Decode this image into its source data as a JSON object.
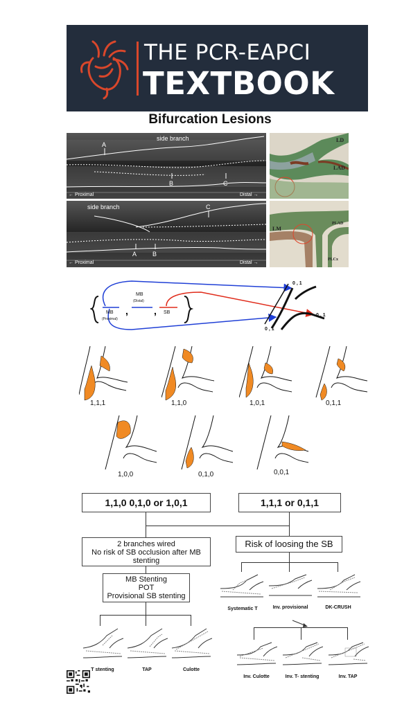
{
  "banner": {
    "line1": "THE PCR-EAPCI",
    "line2": "TEXTBOOK",
    "colors": {
      "background": "#232d3c",
      "accent": "#d9472b",
      "text": "#ffffff"
    }
  },
  "page_title": "Bifurcation Lesions",
  "ivus_top": {
    "side_branch": "side branch",
    "A": "A",
    "B": "B",
    "C": "C",
    "proximal": "← Proximal",
    "distal": "Distal →"
  },
  "ivus_bottom": {
    "side_branch": "side branch",
    "A": "A",
    "B": "B",
    "C": "C",
    "proximal": "← Proximal",
    "distal": "Distal →"
  },
  "histo_top": {
    "ld": "LD",
    "lad": "LAD"
  },
  "histo_bottom": {
    "lm": "LM",
    "plad": "PLAD",
    "plcx": "PLCx"
  },
  "medina_diagram": {
    "mb_proximal": "MB",
    "proximal": "(Proximal)",
    "mb_distal": "MB",
    "distal": "(Distal)",
    "sb": "SB",
    "code_top": "0 , 1",
    "code_right": "0 , 1",
    "code_bottom": "0 , 1",
    "colors": {
      "mb": "#1f3fd6",
      "sb": "#e02b1a"
    }
  },
  "medina": {
    "row1": [
      "1,1,1",
      "1,1,0",
      "1,0,1",
      "0,1,1"
    ],
    "row2": [
      "1,0,0",
      "0,1,0",
      "0,0,1"
    ],
    "plaque_color": "#f08a24"
  },
  "flow": {
    "left_head": "1,1,0  0,1,0 or 1,0,1",
    "right_head": "1,1,1 or 0,1,1",
    "left_box": "2 branches wired\nNo risk of SB occlusion after MB stenting",
    "right_box": "Risk of loosing the SB",
    "strategy": "MB Stenting\nPOT\nProvisional SB stenting",
    "right_techniques": [
      "Systematic T",
      "Inv. provisional",
      "DK-CRUSH"
    ],
    "left_techniques": [
      "T stenting",
      "TAP",
      "Culotte"
    ],
    "inv_techniques": [
      "Inv. Culotte",
      "Inv. T- stenting",
      "Inv. TAP"
    ]
  }
}
